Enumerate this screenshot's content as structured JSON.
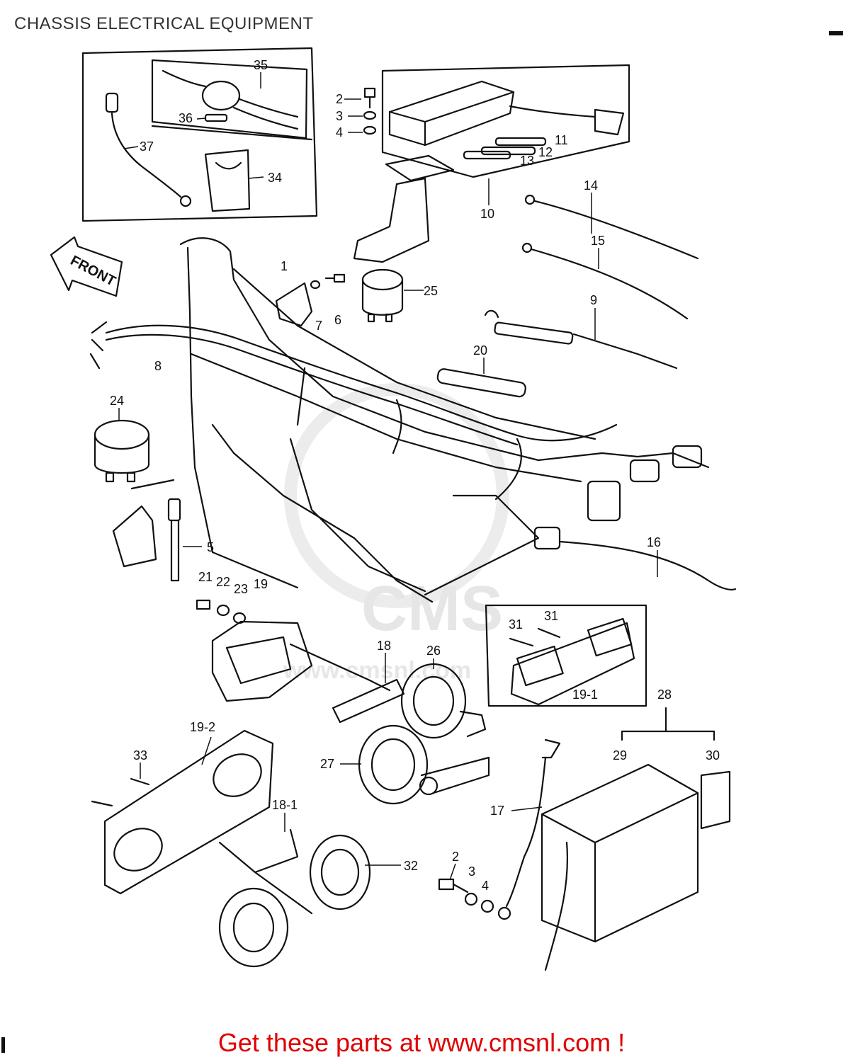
{
  "title": "CHASSIS ELECTRICAL EQUIPMENT",
  "watermark": "CMS",
  "watermark_url": "www.cmsnl.com",
  "front_label": "FRONT",
  "footer": "Get these parts at www.cmsnl.com !",
  "colors": {
    "line": "#111111",
    "footer": "#e00000",
    "watermark": "#e6e6e6"
  },
  "callouts": [
    {
      "id": "35",
      "label": "35"
    },
    {
      "id": "36",
      "label": "36"
    },
    {
      "id": "37",
      "label": "37"
    },
    {
      "id": "34",
      "label": "34"
    },
    {
      "id": "2a",
      "label": "2"
    },
    {
      "id": "3a",
      "label": "3"
    },
    {
      "id": "4a",
      "label": "4"
    },
    {
      "id": "11",
      "label": "11"
    },
    {
      "id": "12",
      "label": "12"
    },
    {
      "id": "13",
      "label": "13"
    },
    {
      "id": "10",
      "label": "10"
    },
    {
      "id": "14",
      "label": "14"
    },
    {
      "id": "15",
      "label": "15"
    },
    {
      "id": "1",
      "label": "1"
    },
    {
      "id": "25",
      "label": "25"
    },
    {
      "id": "7",
      "label": "7"
    },
    {
      "id": "6",
      "label": "6"
    },
    {
      "id": "9",
      "label": "9"
    },
    {
      "id": "20",
      "label": "20"
    },
    {
      "id": "8",
      "label": "8"
    },
    {
      "id": "24",
      "label": "24"
    },
    {
      "id": "5",
      "label": "5"
    },
    {
      "id": "16",
      "label": "16"
    },
    {
      "id": "21",
      "label": "21"
    },
    {
      "id": "22",
      "label": "22"
    },
    {
      "id": "23",
      "label": "23"
    },
    {
      "id": "19",
      "label": "19"
    },
    {
      "id": "31a",
      "label": "31"
    },
    {
      "id": "31b",
      "label": "31"
    },
    {
      "id": "19-1",
      "label": "19-1"
    },
    {
      "id": "18",
      "label": "18"
    },
    {
      "id": "26",
      "label": "26"
    },
    {
      "id": "28",
      "label": "28"
    },
    {
      "id": "29",
      "label": "29"
    },
    {
      "id": "30",
      "label": "30"
    },
    {
      "id": "19-2",
      "label": "19-2"
    },
    {
      "id": "33",
      "label": "33"
    },
    {
      "id": "27",
      "label": "27"
    },
    {
      "id": "17",
      "label": "17"
    },
    {
      "id": "18-1",
      "label": "18-1"
    },
    {
      "id": "32",
      "label": "32"
    },
    {
      "id": "2b",
      "label": "2"
    },
    {
      "id": "3b",
      "label": "3"
    },
    {
      "id": "4b",
      "label": "4"
    }
  ]
}
